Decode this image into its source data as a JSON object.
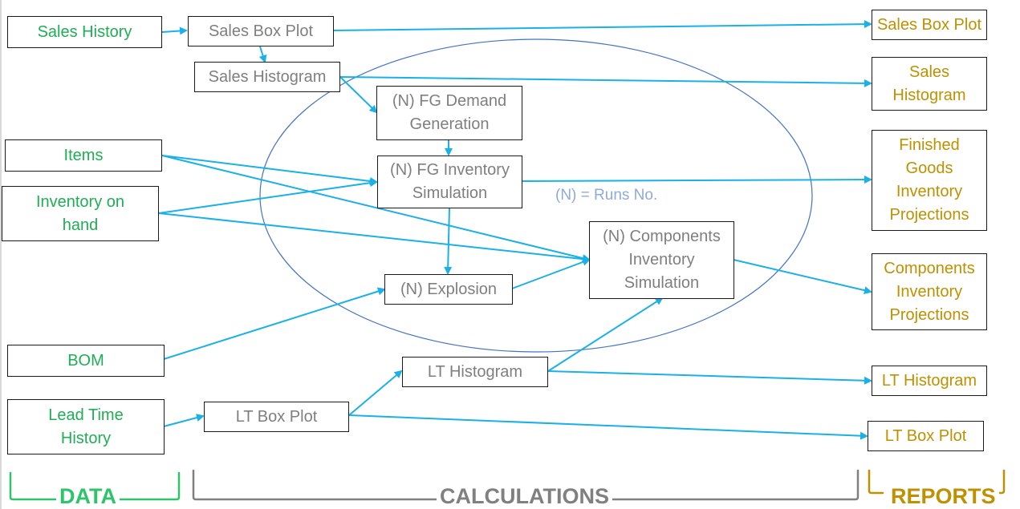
{
  "colors": {
    "data": "#1fae55",
    "calculations": "#7f7f7f",
    "reports": "#bf9000",
    "arrow": "#1ab0e8",
    "ellipse": "#4472c4",
    "note": "#8eaadb"
  },
  "data_inputs": {
    "sales_history": "Sales History",
    "items": "Items",
    "inventory_on_hand": "Inventory on hand",
    "bom": "BOM",
    "lead_time_history": "Lead Time History"
  },
  "calculations": {
    "sales_box_plot": "Sales Box Plot",
    "sales_histogram": "Sales Histogram",
    "fg_demand_generation": "(N) FG Demand Generation",
    "fg_inventory_simulation": "(N) FG Inventory Simulation",
    "explosion": "(N) Explosion",
    "components_inventory_simulation": "(N) Components Inventory Simulation",
    "lt_histogram": "LT Histogram",
    "lt_box_plot": "LT Box Plot"
  },
  "reports": {
    "sales_box_plot": "Sales Box Plot",
    "sales_histogram": "Sales Histogram",
    "fg_inventory_projections": "Finished Goods Inventory Projections",
    "components_inventory_projections": "Components Inventory Projections",
    "lt_histogram": "LT Histogram",
    "lt_box_plot": "LT Box Plot"
  },
  "note": "(N) =  Runs No.",
  "sections": {
    "data": "DATA",
    "calculations": "CALCULATIONS",
    "reports": "REPORTS"
  },
  "edges": [
    [
      "sales_history",
      "sales_box_plot"
    ],
    [
      "sales_box_plot",
      "sales_histogram"
    ],
    [
      "sales_box_plot",
      "report_sales_box_plot"
    ],
    [
      "sales_histogram",
      "report_sales_histogram"
    ],
    [
      "sales_histogram",
      "fg_demand_generation"
    ],
    [
      "fg_demand_generation",
      "fg_inventory_simulation"
    ],
    [
      "items",
      "fg_inventory_simulation"
    ],
    [
      "items",
      "components_inventory_simulation"
    ],
    [
      "inventory_on_hand",
      "fg_inventory_simulation"
    ],
    [
      "inventory_on_hand",
      "components_inventory_simulation"
    ],
    [
      "fg_inventory_simulation",
      "explosion"
    ],
    [
      "fg_inventory_simulation",
      "report_fg_inventory_projections"
    ],
    [
      "explosion",
      "components_inventory_simulation"
    ],
    [
      "bom",
      "explosion"
    ],
    [
      "components_inventory_simulation",
      "report_components_inventory_projections"
    ],
    [
      "lead_time_history",
      "lt_box_plot"
    ],
    [
      "lt_box_plot",
      "lt_histogram"
    ],
    [
      "lt_box_plot",
      "report_lt_box_plot"
    ],
    [
      "lt_histogram",
      "components_inventory_simulation"
    ],
    [
      "lt_histogram",
      "report_lt_histogram"
    ]
  ]
}
